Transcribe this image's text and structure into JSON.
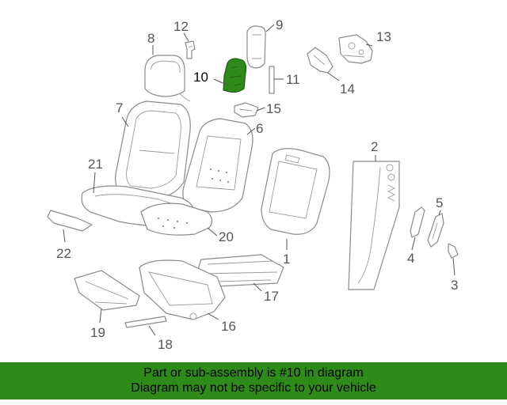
{
  "callouts": {
    "c1": "1",
    "c2": "2",
    "c3": "3",
    "c4": "4",
    "c5": "5",
    "c6": "6",
    "c7": "7",
    "c8": "8",
    "c9": "9",
    "c10": "10",
    "c11": "11",
    "c12": "12",
    "c13": "13",
    "c14": "14",
    "c15": "15",
    "c16": "16",
    "c17": "17",
    "c18": "18",
    "c19": "19",
    "c20": "20",
    "c21": "21",
    "c22": "22"
  },
  "highlight_color": "#2e8b1a",
  "banner": {
    "line1": "Part or sub-assembly is #10 in diagram",
    "line2": "Diagram may not be specific to your vehicle",
    "color": "#2e8b1a"
  }
}
